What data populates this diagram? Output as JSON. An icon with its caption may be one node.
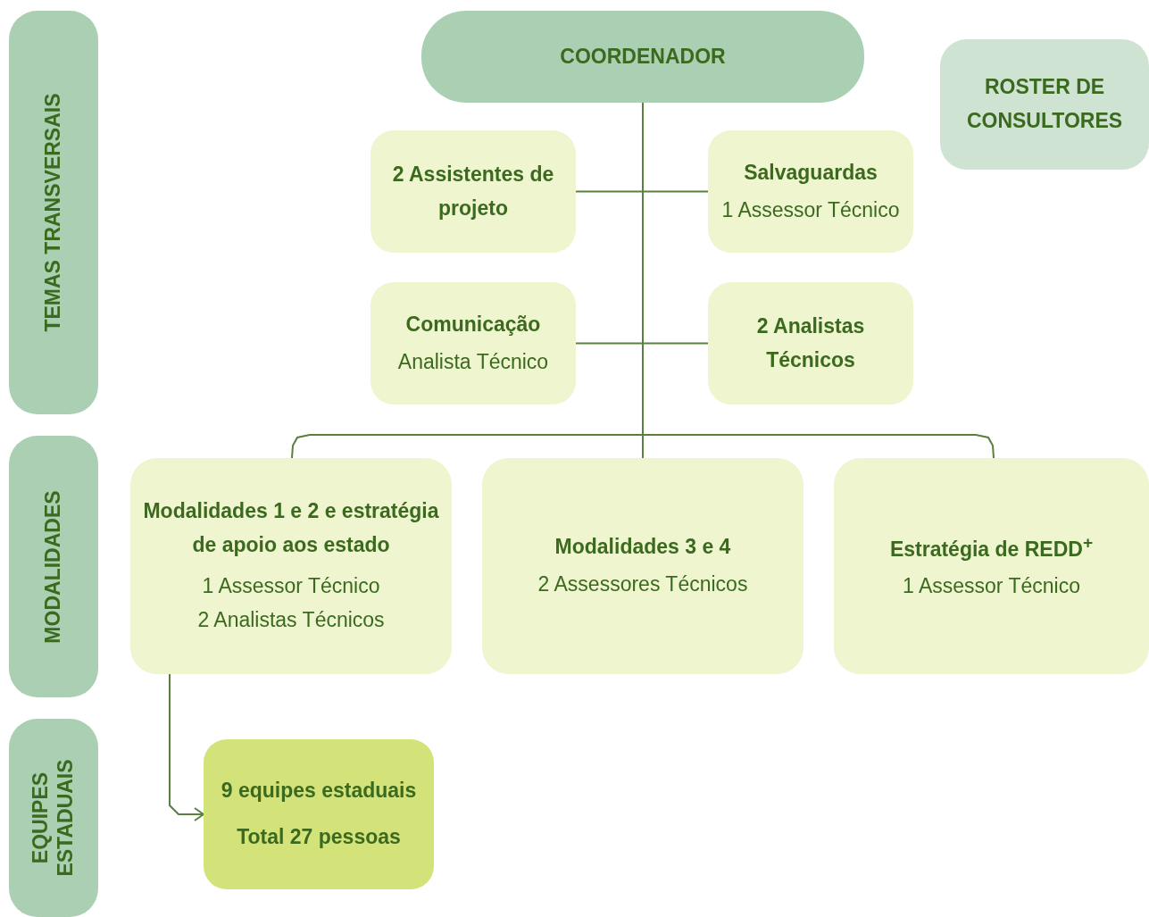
{
  "diagram": {
    "nodes": [
      {
        "text": [
          "TEMAS TRANSVERSAIS"
        ]
      },
      {
        "text": [
          "MODALIDADES"
        ]
      },
      {
        "text": [
          "EQUIPES ESTADUAIS"
        ]
      },
      {
        "text": [
          "COORDENADOR"
        ]
      },
      {
        "text": [
          "ROSTER DE CONSULTORES"
        ]
      },
      {
        "text": [
          "2 Assistentes de projeto"
        ]
      },
      {
        "text": [
          "Salvaguardas",
          "1 Assessor Técnico"
        ]
      },
      {
        "text": [
          "Comunicação",
          "Analista Técnico"
        ]
      },
      {
        "text": [
          "2 Analistas Técnicos"
        ]
      },
      {
        "text": [
          "Modalidades 1 e 2 e estratégia de apoio aos estado",
          "1 Assessor Técnico",
          "2 Analistas Técnicos"
        ]
      },
      {
        "text": [
          "Modalidades 3 e 4",
          "2 Assessores Técnicos"
        ]
      },
      {
        "text": [
          "Estratégia de REDD$^{+}$",
          "1 Assessor Técnico"
        ]
      },
      {
        "text": [
          "9 equipes estaduais",
          "Total 27 pessoas"
        ]
      }
    ],
    "edges": [
      {
        "from": 3,
        "to": 5,
        "arrow": "none"
      },
      {
        "from": 3,
        "to": 6,
        "arrow": "none"
      },
      {
        "from": 3,
        "to": 7,
        "arrow": "none"
      },
      {
        "from": 3,
        "to": 8,
        "arrow": "none"
      },
      {
        "from": 3,
        "to": 9,
        "arrow": "none"
      },
      {
        "from": 3,
        "to": 10,
        "arrow": "none"
      },
      {
        "from": 3,
        "to": 11,
        "arrow": "none"
      },
      {
        "from": 9,
        "to": 12,
        "arrow": "to"
      }
    ]
  }
}
